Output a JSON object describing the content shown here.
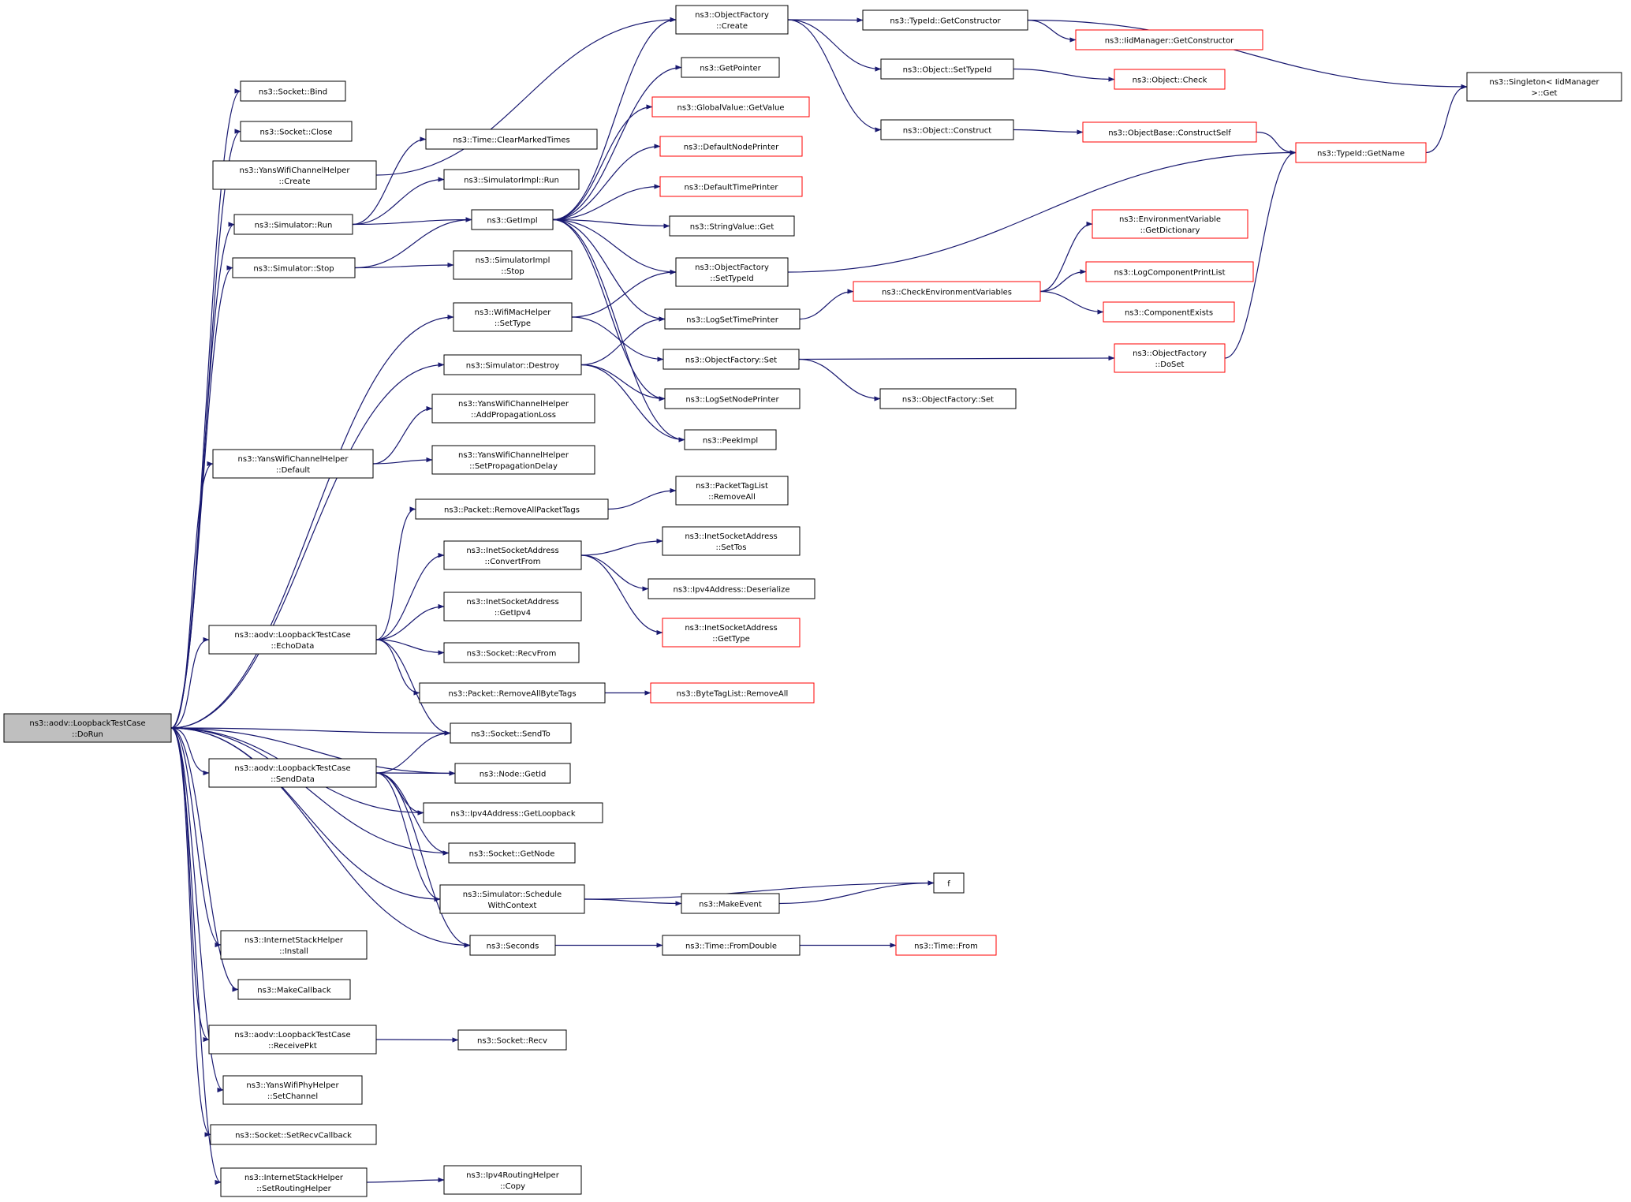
{
  "colors": {
    "edge": "#191970",
    "node_border": "#000000",
    "node_border_truncated": "#ff0000",
    "root_fill": "#bfbfbf",
    "node_fill": "#ffffff"
  },
  "nodes": [
    {
      "id": "dorun",
      "lines": [
        "ns3::aodv::LoopbackTestCase",
        "::DoRun"
      ],
      "root": true
    },
    {
      "id": "socket_bind",
      "lines": [
        "ns3::Socket::Bind"
      ]
    },
    {
      "id": "socket_close",
      "lines": [
        "ns3::Socket::Close"
      ]
    },
    {
      "id": "yans_create",
      "lines": [
        "ns3::YansWifiChannelHelper",
        "::Create"
      ]
    },
    {
      "id": "sim_run",
      "lines": [
        "ns3::Simulator::Run"
      ]
    },
    {
      "id": "sim_stop",
      "lines": [
        "ns3::Simulator::Stop"
      ]
    },
    {
      "id": "wifimac_settype",
      "lines": [
        "ns3::WifiMacHelper",
        "::SetType"
      ]
    },
    {
      "id": "sim_destroy",
      "lines": [
        "ns3::Simulator::Destroy"
      ]
    },
    {
      "id": "yans_default",
      "lines": [
        "ns3::YansWifiChannelHelper",
        "::Default"
      ]
    },
    {
      "id": "echodata",
      "lines": [
        "ns3::aodv::LoopbackTestCase",
        "::EchoData"
      ]
    },
    {
      "id": "senddata",
      "lines": [
        "ns3::aodv::LoopbackTestCase",
        "::SendData"
      ]
    },
    {
      "id": "inet_install",
      "lines": [
        "ns3::InternetStackHelper",
        "::Install"
      ]
    },
    {
      "id": "makecallback",
      "lines": [
        "ns3::MakeCallback"
      ]
    },
    {
      "id": "receivepkt",
      "lines": [
        "ns3::aodv::LoopbackTestCase",
        "::ReceivePkt"
      ]
    },
    {
      "id": "yansphy_setchannel",
      "lines": [
        "ns3::YansWifiPhyHelper",
        "::SetChannel"
      ]
    },
    {
      "id": "socket_setrecvcb",
      "lines": [
        "ns3::Socket::SetRecvCallback"
      ]
    },
    {
      "id": "inet_setrouting",
      "lines": [
        "ns3::InternetStackHelper",
        "::SetRoutingHelper"
      ]
    },
    {
      "id": "time_clear",
      "lines": [
        "ns3::Time::ClearMarkedTimes"
      ]
    },
    {
      "id": "simimpl_run",
      "lines": [
        "ns3::SimulatorImpl::Run"
      ]
    },
    {
      "id": "getimpl",
      "lines": [
        "ns3::GetImpl"
      ]
    },
    {
      "id": "simimpl_stop",
      "lines": [
        "ns3::SimulatorImpl",
        "::Stop"
      ]
    },
    {
      "id": "yans_addprop",
      "lines": [
        "ns3::YansWifiChannelHelper",
        "::AddPropagationLoss"
      ]
    },
    {
      "id": "yans_setdelay",
      "lines": [
        "ns3::YansWifiChannelHelper",
        "::SetPropagationDelay"
      ]
    },
    {
      "id": "pkt_removealltags",
      "lines": [
        "ns3::Packet::RemoveAllPacketTags"
      ]
    },
    {
      "id": "inetsock_convert",
      "lines": [
        "ns3::InetSocketAddress",
        "::ConvertFrom"
      ]
    },
    {
      "id": "inetsock_getipv4",
      "lines": [
        "ns3::InetSocketAddress",
        "::GetIpv4"
      ]
    },
    {
      "id": "socket_recvfrom",
      "lines": [
        "ns3::Socket::RecvFrom"
      ]
    },
    {
      "id": "pkt_removeallbyte",
      "lines": [
        "ns3::Packet::RemoveAllByteTags"
      ]
    },
    {
      "id": "socket_sendto",
      "lines": [
        "ns3::Socket::SendTo"
      ]
    },
    {
      "id": "node_getid",
      "lines": [
        "ns3::Node::GetId"
      ]
    },
    {
      "id": "ipv4_getloopback",
      "lines": [
        "ns3::Ipv4Address::GetLoopback"
      ]
    },
    {
      "id": "socket_getnode",
      "lines": [
        "ns3::Socket::GetNode"
      ]
    },
    {
      "id": "sim_schedwctx",
      "lines": [
        "ns3::Simulator::Schedule",
        "WithContext"
      ]
    },
    {
      "id": "seconds",
      "lines": [
        "ns3::Seconds"
      ]
    },
    {
      "id": "socket_recv",
      "lines": [
        "ns3::Socket::Recv"
      ]
    },
    {
      "id": "ipv4routing_copy",
      "lines": [
        "ns3::Ipv4RoutingHelper",
        "::Copy"
      ]
    },
    {
      "id": "objf_create",
      "lines": [
        "ns3::ObjectFactory",
        "::Create"
      ]
    },
    {
      "id": "getpointer",
      "lines": [
        "ns3::GetPointer"
      ]
    },
    {
      "id": "globalvalue_getvalue",
      "lines": [
        "ns3::GlobalValue::GetValue"
      ],
      "truncated": true
    },
    {
      "id": "defaultnodeprinter",
      "lines": [
        "ns3::DefaultNodePrinter"
      ],
      "truncated": true
    },
    {
      "id": "defaulttimeprinter",
      "lines": [
        "ns3::DefaultTimePrinter"
      ],
      "truncated": true
    },
    {
      "id": "stringvalue_get",
      "lines": [
        "ns3::StringValue::Get"
      ]
    },
    {
      "id": "objf_settypeid",
      "lines": [
        "ns3::ObjectFactory",
        "::SetTypeId"
      ]
    },
    {
      "id": "logsettimeprinter",
      "lines": [
        "ns3::LogSetTimePrinter"
      ]
    },
    {
      "id": "objf_set",
      "lines": [
        "ns3::ObjectFactory::Set"
      ]
    },
    {
      "id": "logsetnodeprinter",
      "lines": [
        "ns3::LogSetNodePrinter"
      ]
    },
    {
      "id": "peekimpl",
      "lines": [
        "ns3::PeekImpl"
      ]
    },
    {
      "id": "pkttaglist_removeall",
      "lines": [
        "ns3::PacketTagList",
        "::RemoveAll"
      ]
    },
    {
      "id": "inetsock_settos",
      "lines": [
        "ns3::InetSocketAddress",
        "::SetTos"
      ]
    },
    {
      "id": "ipv4_deserialize",
      "lines": [
        "ns3::Ipv4Address::Deserialize"
      ]
    },
    {
      "id": "inetsock_gettype",
      "lines": [
        "ns3::InetSocketAddress",
        "::GetType"
      ],
      "truncated": true
    },
    {
      "id": "bytetaglist_removeall",
      "lines": [
        "ns3::ByteTagList::RemoveAll"
      ],
      "truncated": true
    },
    {
      "id": "makeevent",
      "lines": [
        "ns3::MakeEvent"
      ]
    },
    {
      "id": "f",
      "lines": [
        "f"
      ]
    },
    {
      "id": "time_fromdouble",
      "lines": [
        "ns3::Time::FromDouble"
      ]
    },
    {
      "id": "time_from",
      "lines": [
        "ns3::Time::From"
      ],
      "truncated": true
    },
    {
      "id": "typeid_getconstructor",
      "lines": [
        "ns3::TypeId::GetConstructor"
      ]
    },
    {
      "id": "object_settypeid",
      "lines": [
        "ns3::Object::SetTypeId"
      ]
    },
    {
      "id": "object_construct",
      "lines": [
        "ns3::Object::Construct"
      ]
    },
    {
      "id": "checkenvvars",
      "lines": [
        "ns3::CheckEnvironmentVariables"
      ],
      "truncated": true
    },
    {
      "id": "objf_set2",
      "lines": [
        "ns3::ObjectFactory::Set"
      ]
    },
    {
      "id": "iidmanager_getconstructor",
      "lines": [
        "ns3::IidManager::GetConstructor"
      ],
      "truncated": true
    },
    {
      "id": "object_check",
      "lines": [
        "ns3::Object::Check"
      ],
      "truncated": true
    },
    {
      "id": "objectbase_constructself",
      "lines": [
        "ns3::ObjectBase::ConstructSelf"
      ],
      "truncated": true
    },
    {
      "id": "envvar_getdictionary",
      "lines": [
        "ns3::EnvironmentVariable",
        "::GetDictionary"
      ],
      "truncated": true
    },
    {
      "id": "logcomponentprintlist",
      "lines": [
        "ns3::LogComponentPrintList"
      ],
      "truncated": true
    },
    {
      "id": "componentexists",
      "lines": [
        "ns3::ComponentExists"
      ],
      "truncated": true
    },
    {
      "id": "objf_doset",
      "lines": [
        "ns3::ObjectFactory",
        "::DoSet"
      ],
      "truncated": true
    },
    {
      "id": "singleton_get",
      "lines": [
        "ns3::Singleton< IidManager",
        " >::Get"
      ]
    },
    {
      "id": "typeid_getname",
      "lines": [
        "ns3::TypeId::GetName"
      ],
      "truncated": true
    }
  ],
  "edges": [
    [
      "dorun",
      "socket_bind"
    ],
    [
      "dorun",
      "socket_close"
    ],
    [
      "dorun",
      "sim_run"
    ],
    [
      "dorun",
      "sim_stop"
    ],
    [
      "dorun",
      "wifimac_settype"
    ],
    [
      "dorun",
      "sim_destroy"
    ],
    [
      "dorun",
      "yans_default"
    ],
    [
      "dorun",
      "echodata"
    ],
    [
      "dorun",
      "senddata"
    ],
    [
      "dorun",
      "socket_sendto"
    ],
    [
      "dorun",
      "node_getid"
    ],
    [
      "dorun",
      "ipv4_getloopback"
    ],
    [
      "dorun",
      "socket_getnode"
    ],
    [
      "dorun",
      "sim_schedwctx"
    ],
    [
      "dorun",
      "seconds"
    ],
    [
      "dorun",
      "inet_install"
    ],
    [
      "dorun",
      "makecallback"
    ],
    [
      "dorun",
      "receivepkt"
    ],
    [
      "dorun",
      "yansphy_setchannel"
    ],
    [
      "dorun",
      "socket_setrecvcb"
    ],
    [
      "dorun",
      "inet_setrouting"
    ],
    [
      "yans_create",
      "objf_create"
    ],
    [
      "sim_run",
      "time_clear"
    ],
    [
      "sim_run",
      "simimpl_run"
    ],
    [
      "sim_run",
      "getimpl"
    ],
    [
      "sim_stop",
      "getimpl"
    ],
    [
      "sim_stop",
      "simimpl_stop"
    ],
    [
      "wifimac_settype",
      "objf_settypeid"
    ],
    [
      "wifimac_settype",
      "objf_set"
    ],
    [
      "sim_destroy",
      "logsettimeprinter"
    ],
    [
      "sim_destroy",
      "logsetnodeprinter"
    ],
    [
      "sim_destroy",
      "peekimpl"
    ],
    [
      "yans_default",
      "yans_addprop"
    ],
    [
      "yans_default",
      "yans_setdelay"
    ],
    [
      "echodata",
      "pkt_removealltags"
    ],
    [
      "echodata",
      "inetsock_convert"
    ],
    [
      "echodata",
      "inetsock_getipv4"
    ],
    [
      "echodata",
      "socket_recvfrom"
    ],
    [
      "echodata",
      "pkt_removeallbyte"
    ],
    [
      "echodata",
      "socket_sendto"
    ],
    [
      "senddata",
      "socket_sendto"
    ],
    [
      "senddata",
      "node_getid"
    ],
    [
      "senddata",
      "ipv4_getloopback"
    ],
    [
      "senddata",
      "socket_getnode"
    ],
    [
      "senddata",
      "sim_schedwctx"
    ],
    [
      "senddata",
      "seconds"
    ],
    [
      "receivepkt",
      "socket_recv"
    ],
    [
      "inet_setrouting",
      "ipv4routing_copy"
    ],
    [
      "getimpl",
      "objf_create"
    ],
    [
      "getimpl",
      "getpointer"
    ],
    [
      "getimpl",
      "globalvalue_getvalue"
    ],
    [
      "getimpl",
      "defaultnodeprinter"
    ],
    [
      "getimpl",
      "defaulttimeprinter"
    ],
    [
      "getimpl",
      "stringvalue_get"
    ],
    [
      "getimpl",
      "objf_settypeid"
    ],
    [
      "getimpl",
      "logsettimeprinter"
    ],
    [
      "getimpl",
      "logsetnodeprinter"
    ],
    [
      "getimpl",
      "peekimpl"
    ],
    [
      "pkt_removealltags",
      "pkttaglist_removeall"
    ],
    [
      "inetsock_convert",
      "inetsock_settos"
    ],
    [
      "inetsock_convert",
      "ipv4_deserialize"
    ],
    [
      "inetsock_convert",
      "inetsock_gettype"
    ],
    [
      "pkt_removeallbyte",
      "bytetaglist_removeall"
    ],
    [
      "sim_schedwctx",
      "makeevent"
    ],
    [
      "sim_schedwctx",
      "f"
    ],
    [
      "seconds",
      "time_fromdouble"
    ],
    [
      "objf_create",
      "typeid_getconstructor"
    ],
    [
      "objf_create",
      "object_settypeid"
    ],
    [
      "objf_create",
      "object_construct"
    ],
    [
      "objf_settypeid",
      "typeid_getname"
    ],
    [
      "logsettimeprinter",
      "checkenvvars"
    ],
    [
      "objf_set",
      "objf_doset"
    ],
    [
      "objf_set",
      "objf_set2"
    ],
    [
      "makeevent",
      "f"
    ],
    [
      "time_fromdouble",
      "time_from"
    ],
    [
      "typeid_getconstructor",
      "iidmanager_getconstructor"
    ],
    [
      "typeid_getconstructor",
      "singleton_get"
    ],
    [
      "object_settypeid",
      "object_check"
    ],
    [
      "object_construct",
      "objectbase_constructself"
    ],
    [
      "checkenvvars",
      "envvar_getdictionary"
    ],
    [
      "checkenvvars",
      "logcomponentprintlist"
    ],
    [
      "checkenvvars",
      "componentexists"
    ],
    [
      "objectbase_constructself",
      "typeid_getname"
    ],
    [
      "objf_doset",
      "typeid_getname"
    ],
    [
      "typeid_getname",
      "singleton_get"
    ]
  ]
}
